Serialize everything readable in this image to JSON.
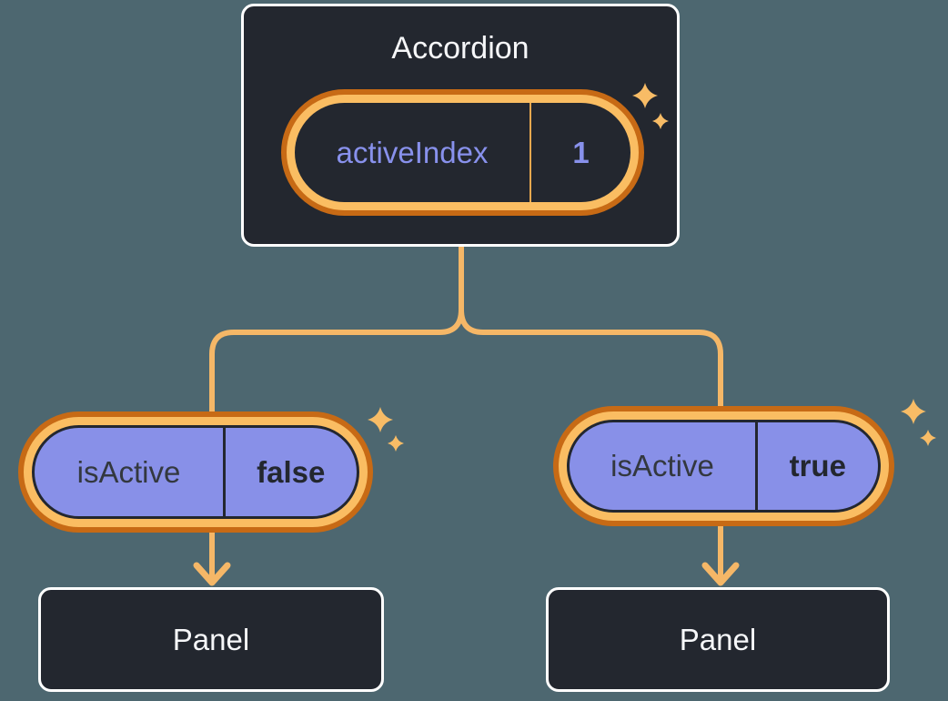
{
  "diagram": {
    "type": "react-component-state-tree",
    "root_node": {
      "title": "Accordion",
      "state_name": "activeIndex",
      "state_value": "1"
    },
    "left_branch": {
      "prop_name": "isActive",
      "prop_value": "false",
      "panel_label": "Panel"
    },
    "right_branch": {
      "prop_name": "isActive",
      "prop_value": "true",
      "panel_label": "Panel"
    },
    "icons": {
      "sparkle": "✦"
    },
    "colors": {
      "background": "#4D6770",
      "node_background": "#23272F",
      "node_border": "#FFFFFF",
      "connector_orange": "#F5B767",
      "ring_outer_orange": "#C76A15",
      "ring_inner_orange": "#FABD62",
      "pill_purple_fill": "#8890E8",
      "state_text_purple": "#8891EC",
      "prop_text_dark": "#33383F",
      "title_text": "#F6F7F9"
    }
  }
}
